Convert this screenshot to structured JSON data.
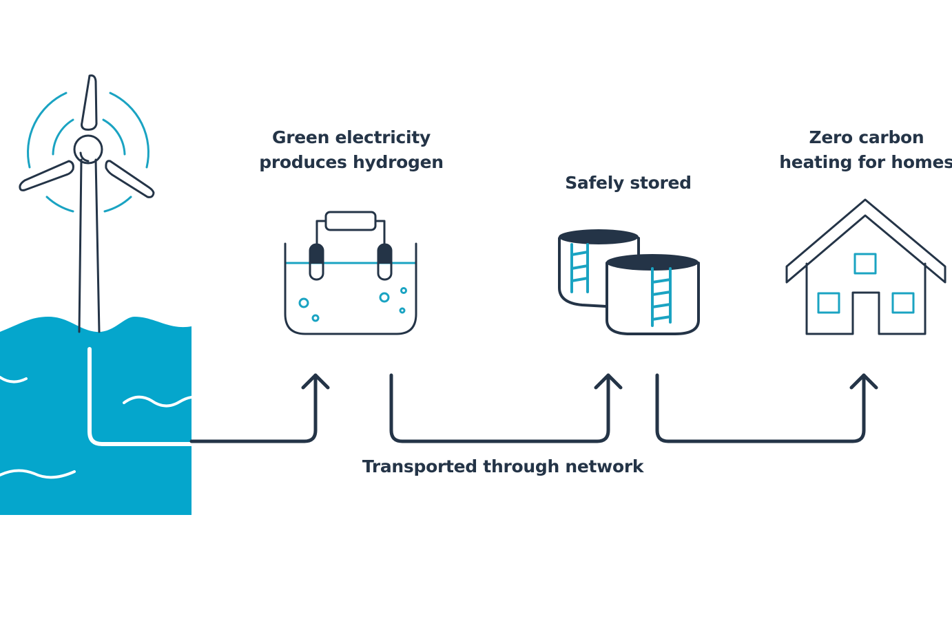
{
  "colors": {
    "dark": "#243447",
    "teal": "#1aa3c2",
    "sea": "#05a6cc",
    "background": "#ffffff"
  },
  "steps": [
    {
      "id": "wind-turbine",
      "icon": "wind-turbine-icon",
      "label_lines": []
    },
    {
      "id": "electrolysis",
      "icon": "electrolysis-tank-icon",
      "label_lines": [
        "Green electricity",
        "produces hydrogen"
      ]
    },
    {
      "id": "storage",
      "icon": "storage-tanks-icon",
      "label_lines": [
        "Safely stored"
      ]
    },
    {
      "id": "homes",
      "icon": "house-icon",
      "label_lines": [
        "Zero carbon",
        "heating for homes"
      ]
    }
  ],
  "transport_label": "Transported through network"
}
